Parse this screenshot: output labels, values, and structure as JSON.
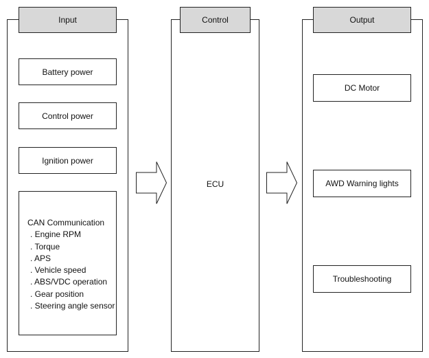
{
  "input": {
    "header": "Input",
    "boxes": [
      "Battery power",
      "Control power",
      "Ignition power"
    ],
    "can": {
      "title": "CAN Communication",
      "items": [
        "Engine RPM",
        "Torque",
        "APS",
        "Vehicle speed",
        "ABS/VDC operation",
        "Gear position",
        "Steering angle sensor"
      ]
    }
  },
  "control": {
    "header": "Control",
    "label": "ECU"
  },
  "output": {
    "header": "Output",
    "boxes": [
      "DC Motor",
      "AWD Warning lights",
      "Troubleshooting"
    ]
  }
}
